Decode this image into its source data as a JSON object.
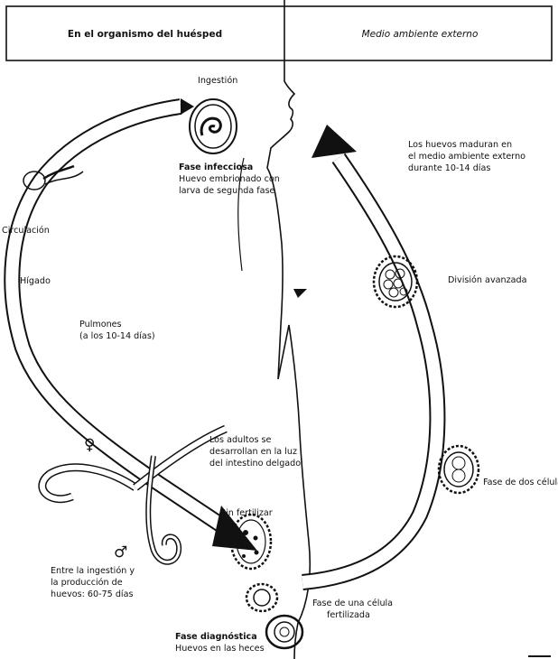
{
  "header": {
    "left_title": "En el organismo del huésped",
    "right_title": "Medio ambiente externo"
  },
  "labels": {
    "ingestion": "Ingestión",
    "infective_title": "Fase infecciosa",
    "infective_line1": "Huevo embrionado con",
    "infective_line2": "larva de segunda fase",
    "circulation": "Circulación",
    "liver": "Hígado",
    "lungs_line1": "Pulmones",
    "lungs_line2": "(a los 10-14 días)",
    "eggs_mature_line1": "Los huevos maduran en",
    "eggs_mature_line2": "el medio ambiente externo",
    "eggs_mature_line3": "durante 10-14 días",
    "advanced_division": "División avanzada",
    "adults_line1": "Los adultos se",
    "adults_line2": "desarrollan en la luz",
    "adults_line3": "del intestino delgado",
    "two_cell": "Fase de dos células",
    "unfertilized": "Sin fertilizar",
    "period_line1": "Entre la ingestión y",
    "period_line2": "la producción de",
    "period_line3": "huevos: 60-75 días",
    "one_cell_line1": "Fase de una célula",
    "one_cell_line2": "fertilizada",
    "diagnostic_title": "Fase diagnóstica",
    "diagnostic_line": "Huevos en las heces",
    "female_symbol": "♀",
    "male_symbol": "♂"
  },
  "icons": {
    "female": "female-symbol-icon",
    "male": "male-symbol-icon"
  }
}
